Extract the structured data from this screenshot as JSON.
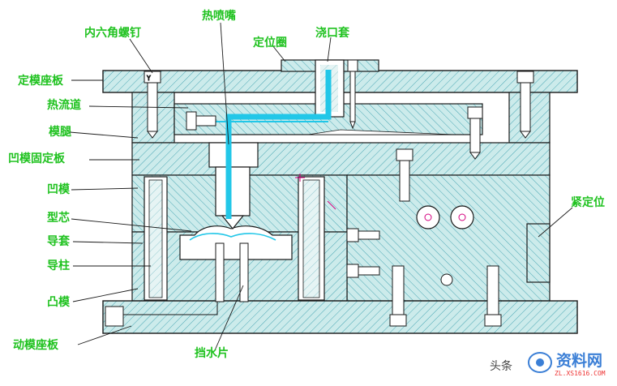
{
  "colors": {
    "plate_fill": "#ccebeb",
    "hatch": "#4aa7b4",
    "outline": "#1a1a1a",
    "channel": "#22c7e8",
    "label": "#1fc21f",
    "bolt_mark": "#d4007f"
  },
  "labels": {
    "hex_socket_screw": "内六角螺钉",
    "hot_nozzle": "热喷嘴",
    "locating_ring": "定位圈",
    "sprue_bushing": "浇口套",
    "fixed_clamp_plate": "定模座板",
    "hot_runner": "热流道",
    "mold_leg": "模腿",
    "cavity_retainer_plate": "凹模固定板",
    "cavity": "凹模",
    "core": "型芯",
    "guide_bushing": "导套",
    "guide_pillar": "导柱",
    "punch": "凸模",
    "moving_clamp_plate": "动模座板",
    "baffle": "挡水片",
    "locking_block": "紧定位"
  },
  "watermark": {
    "prefix": "头条",
    "brand": "资料网",
    "url": "ZL.XS1616.COM"
  }
}
